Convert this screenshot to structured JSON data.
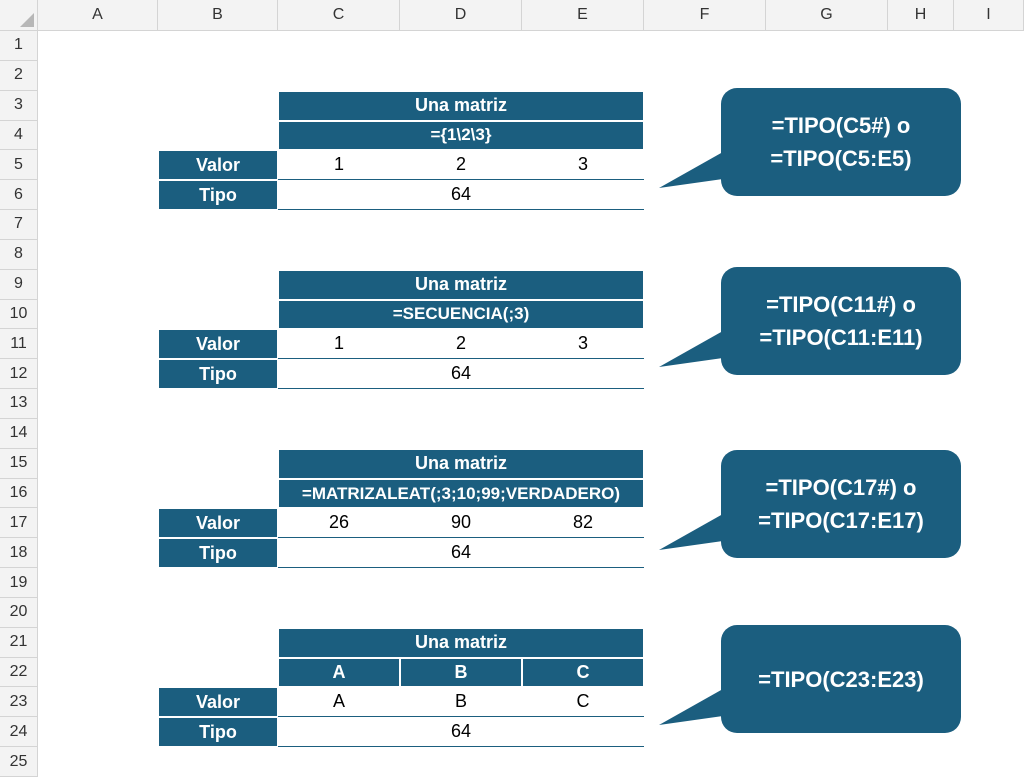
{
  "columns": [
    "A",
    "B",
    "C",
    "D",
    "E",
    "F",
    "G",
    "H",
    "I"
  ],
  "rows": [
    "1",
    "2",
    "3",
    "4",
    "5",
    "6",
    "7",
    "8",
    "9",
    "10",
    "11",
    "12",
    "13",
    "14",
    "15",
    "16",
    "17",
    "18",
    "19",
    "20",
    "21",
    "22",
    "23",
    "24",
    "25"
  ],
  "blocks": [
    {
      "title": "Una matriz",
      "subtitle": "={1\\2\\3}",
      "subtitle_cells": [],
      "valor_label": "Valor",
      "values": [
        "1",
        "2",
        "3"
      ],
      "tipo_label": "Tipo",
      "tipo_value": "64",
      "callout": [
        "=TIPO(C5#) o",
        "=TIPO(C5:E5)"
      ]
    },
    {
      "title": "Una matriz",
      "subtitle": "=SECUENCIA(;3)",
      "subtitle_cells": [],
      "valor_label": "Valor",
      "values": [
        "1",
        "2",
        "3"
      ],
      "tipo_label": "Tipo",
      "tipo_value": "64",
      "callout": [
        "=TIPO(C11#) o",
        "=TIPO(C11:E11)"
      ]
    },
    {
      "title": "Una matriz",
      "subtitle": "=MATRIZALEAT(;3;10;99;VERDADERO)",
      "subtitle_cells": [],
      "valor_label": "Valor",
      "values": [
        "26",
        "90",
        "82"
      ],
      "tipo_label": "Tipo",
      "tipo_value": "64",
      "callout": [
        "=TIPO(C17#) o",
        "=TIPO(C17:E17)"
      ]
    },
    {
      "title": "Una matriz",
      "subtitle": "",
      "subtitle_cells": [
        "A",
        "B",
        "C"
      ],
      "valor_label": "Valor",
      "values": [
        "A",
        "B",
        "C"
      ],
      "tipo_label": "Tipo",
      "tipo_value": "64",
      "callout": [
        "=TIPO(C23:E23)"
      ]
    }
  ],
  "colors": {
    "accent": "#1b5e7f",
    "header_bg": "#f3f3f3",
    "grid": "#d4d4d4"
  }
}
